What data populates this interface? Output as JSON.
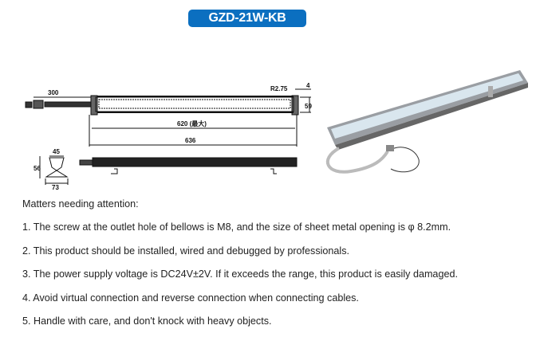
{
  "title": "GZD-21W-KB",
  "drawing": {
    "dim_300": "300",
    "dim_r": "R2.75",
    "dim_4": "4",
    "dim_59": "59",
    "dim_620": "620 (最大)",
    "dim_636": "636",
    "dim_45": "45",
    "dim_56": "56",
    "dim_73": "73"
  },
  "notes": {
    "heading": "Matters needing attention:",
    "items": [
      "1. The screw at the outlet hole of bellows is M8, and the size of sheet metal opening is φ 8.2mm.",
      "2. This product should be installed, wired and debugged by professionals.",
      "3. The power supply voltage is DC24V±2V. If it exceeds the range, this product is easily damaged.",
      "4. Avoid virtual connection and reverse connection when connecting cables.",
      "5. Handle with care, and don't knock with heavy objects."
    ]
  }
}
